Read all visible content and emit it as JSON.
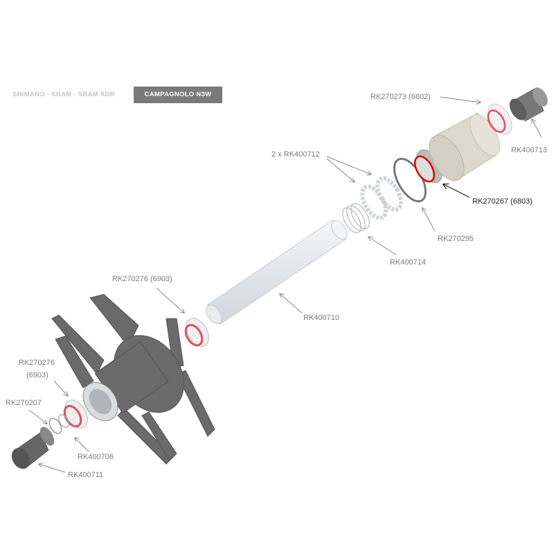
{
  "tabs": {
    "inactive": "SHIMANO - SRAM - SRAM XDR",
    "active": "CAMPAGNOLO N3W"
  },
  "parts": {
    "rk270273": "RK270273 (6802)",
    "rk400713": "RK400713",
    "rk400712": "2 x RK400712",
    "rk270267": "RK270267 (6803)",
    "rk270295": "RK270295",
    "rk400714": "RK400714",
    "rk400710": "RK400710",
    "rk270276_a": "RK270276 (6903)",
    "rk270276_b_code": "RK270276",
    "rk270276_b_size": "(6903)",
    "rk270207": "RK270207",
    "rk400706": "RK400706",
    "rk400711": "RK400711"
  },
  "colors": {
    "label": "#7a7a7a",
    "highlight_label": "#222222",
    "active_tab": "#7a7a7a",
    "bearing_seal": "#e0505a"
  }
}
